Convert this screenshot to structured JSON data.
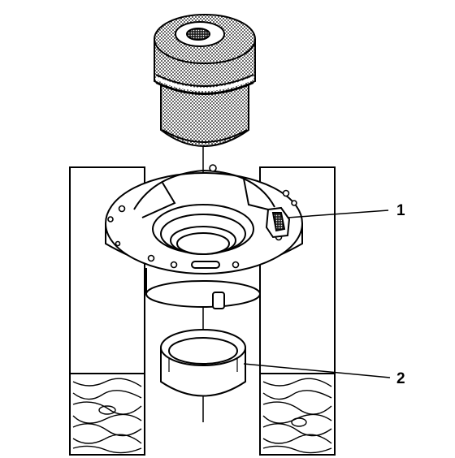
{
  "diagram": {
    "callouts": [
      {
        "label": "1",
        "part": "lock-tab"
      },
      {
        "label": "2",
        "part": "bearing-race"
      }
    ],
    "colors": {
      "ink": "#000000",
      "paper": "#ffffff"
    }
  }
}
